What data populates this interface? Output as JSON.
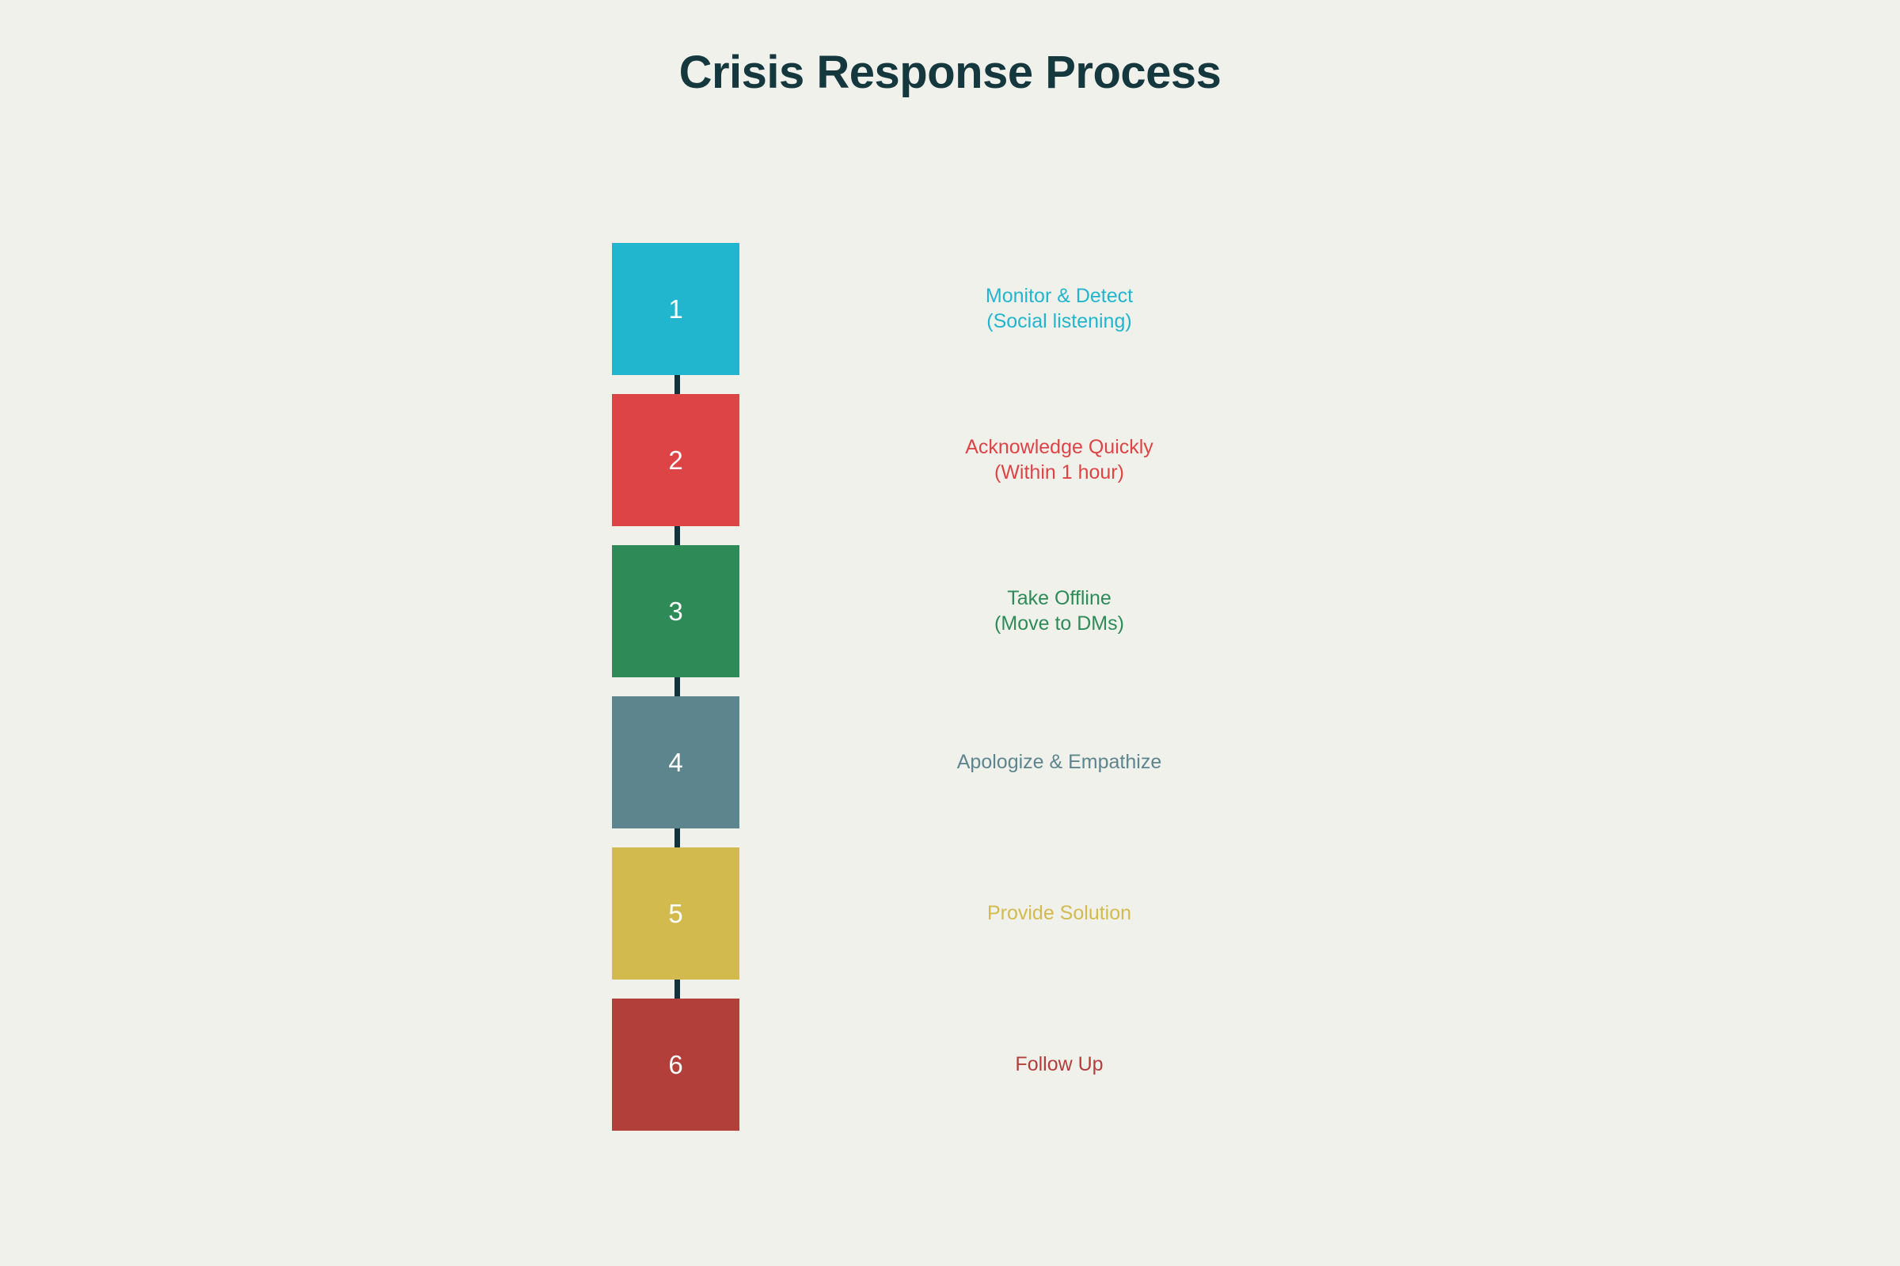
{
  "page": {
    "title": "Crisis Response Process",
    "background_color": "#f1f1ec",
    "title_color": "#15383f",
    "connector_color": "#12333c",
    "number_color": "#ffffff"
  },
  "flow": {
    "type": "vertical-step-flow",
    "step_count": 6,
    "steps": [
      {
        "number": "1",
        "label_line1": "Monitor & Detect",
        "label_line2": "(Social listening)",
        "color": "#22b5ce"
      },
      {
        "number": "2",
        "label_line1": "Acknowledge Quickly",
        "label_line2": "(Within 1 hour)",
        "color": "#dd4445"
      },
      {
        "number": "3",
        "label_line1": "Take Offline",
        "label_line2": "(Move to DMs)",
        "color": "#2e8b57"
      },
      {
        "number": "4",
        "label_line1": "Apologize & Empathize",
        "label_line2": "",
        "color": "#5d858d"
      },
      {
        "number": "5",
        "label_line1": "Provide Solution",
        "label_line2": "",
        "color": "#d2ba4e"
      },
      {
        "number": "6",
        "label_line1": "Follow Up",
        "label_line2": "",
        "color": "#b33f3b"
      }
    ]
  }
}
